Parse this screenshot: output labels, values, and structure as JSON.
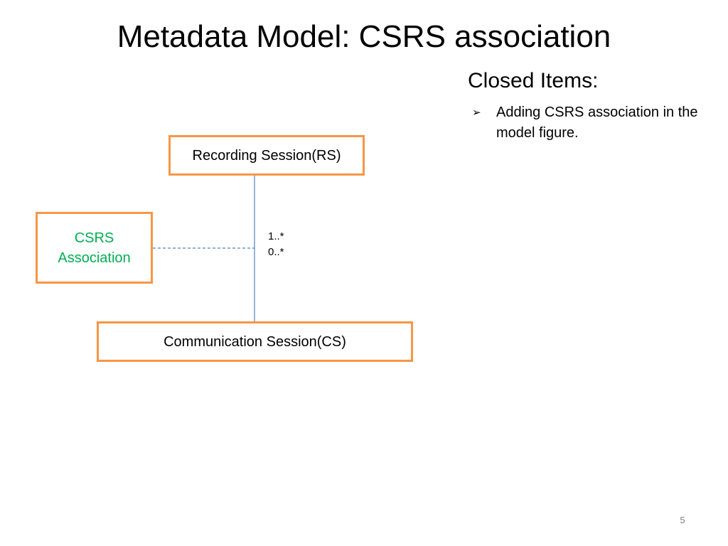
{
  "slide": {
    "title": "Metadata Model:  CSRS association",
    "page_number": "5"
  },
  "closed_items": {
    "heading": "Closed Items:",
    "bullets": [
      "Adding CSRS association  in the model figure."
    ],
    "bullet_glyph": "➢"
  },
  "diagram": {
    "recording_session": "Recording Session(RS)",
    "communication_session": "Communication Session(CS)",
    "csrs_association": {
      "line1": "CSRS",
      "line2": "Association"
    },
    "multiplicity": {
      "upper": "1..*",
      "lower": "0..*"
    }
  },
  "colors": {
    "box_border": "#F79646",
    "association_text": "#00B050",
    "connector_line": "#4F81BD"
  }
}
